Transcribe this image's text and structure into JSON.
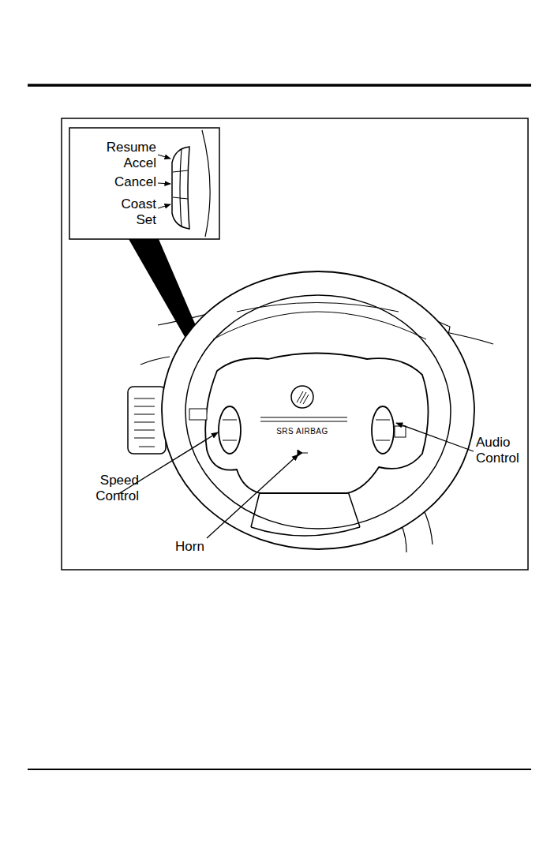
{
  "diagram": {
    "labels": [
      "Resume Accel",
      "Cancel",
      "Coast Set",
      "Speed Control",
      "Audio Control",
      "Horn",
      "SRS AIRBAG"
    ]
  }
}
